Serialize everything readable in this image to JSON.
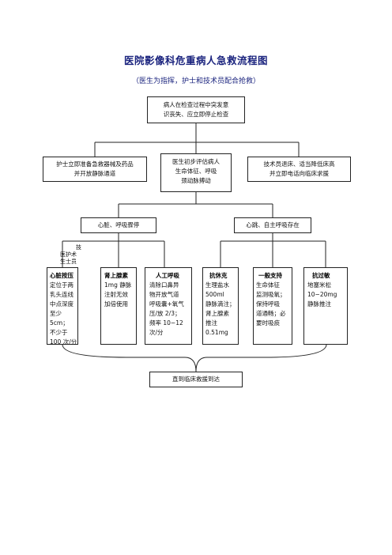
{
  "title": "医院影像科危重病人急救流程图",
  "subtitle": "（医生为指挥，护士和技术员配合抢救）",
  "top_box": [
    "病人在检查过程中突发意",
    "识丧失、应立即停止检查"
  ],
  "level2": {
    "left": [
      "护士立即准备急救器械及药品",
      "并开放静脉通道"
    ],
    "center": [
      "医生初步评估病人",
      "生命体征、呼吸",
      "颈动脉搏动"
    ],
    "right": [
      "技术员退床、适当降低床高",
      "并立即电话向临床求援"
    ]
  },
  "branch_left": "心脏、呼吸骤停",
  "branch_right": "心跳、自主呼吸存在",
  "side_note": [
    "技",
    "医护术",
    "生士员"
  ],
  "columns": [
    {
      "heading": "心脏按压",
      "lines": [
        "定位于两",
        "乳头连线",
        "中点深度",
        "至少 5cm；",
        "不少于",
        "100 次/分"
      ]
    },
    {
      "heading": "肾上腺素",
      "lines": [
        "1mg 静脉",
        "注射无效",
        "加倍使用"
      ]
    },
    {
      "heading": "人工呼吸",
      "lines": [
        "清除口鼻异",
        "物开放气道",
        "呼吸囊+氧气",
        "压/放 2/3；",
        "频率 10−12",
        "次/分"
      ]
    },
    {
      "heading": "抗休克",
      "lines": [
        "生理盐水",
        "500ml",
        "静脉滴注；",
        "肾上腺素",
        "推注",
        "0.51mg"
      ]
    },
    {
      "heading": "一般支持",
      "lines": [
        "生命体征",
        "监测吸氧；",
        "保持呼吸",
        "道通畅；必",
        "要时吸痰"
      ]
    },
    {
      "heading": "抗过敏",
      "lines": [
        "地塞米松",
        "10−20mg",
        "静脉推注"
      ]
    }
  ],
  "bottom_box": "直到临床救援到达"
}
